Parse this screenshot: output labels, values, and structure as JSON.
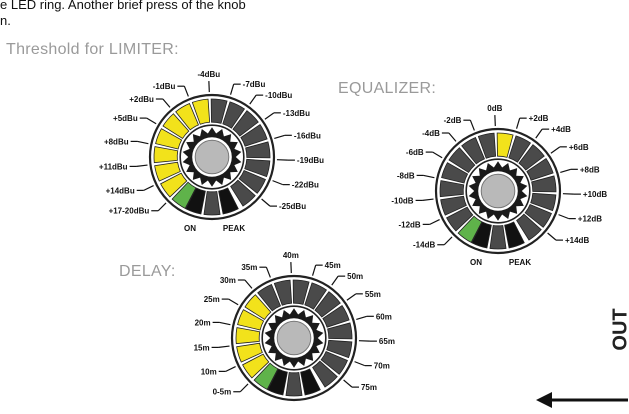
{
  "intro_lines": [
    "e LED ring. Another brief press of the knob",
    "n."
  ],
  "limiter": {
    "title": "Threshold for LIMITER:",
    "labels": [
      "+17-20dBu",
      "+14dBu",
      "+11dBu",
      "+8dBu",
      "+5dBu",
      "+2dBu",
      "-1dBu",
      "-4dBu",
      "-7dBu",
      "-10dBu",
      "-13dBu",
      "-16dBu",
      "-19dBu",
      "-22dBu",
      "-25dBu"
    ],
    "leds": [
      "green",
      "yellow",
      "yellow",
      "yellow",
      "yellow",
      "yellow",
      "yellow",
      "yellow",
      "dark",
      "dark",
      "dark",
      "dark",
      "dark",
      "dark",
      "dark",
      "dark"
    ],
    "bottom_leds": [
      "black",
      "dark",
      "black"
    ],
    "on_label": "ON",
    "peak_label": "PEAK"
  },
  "equalizer": {
    "title": "EQUALIZER:",
    "labels": [
      "-14dB",
      "-12dB",
      "-10dB",
      "-8dB",
      "-6dB",
      "-4dB",
      "-2dB",
      "0dB",
      "+2dB",
      "+4dB",
      "+6dB",
      "+8dB",
      "+10dB",
      "+12dB",
      "+14dB"
    ],
    "leds": [
      "green",
      "dark",
      "dark",
      "dark",
      "dark",
      "dark",
      "dark",
      "dark",
      "yellow",
      "dark",
      "dark",
      "dark",
      "dark",
      "dark",
      "dark",
      "dark"
    ],
    "bottom_leds": [
      "black",
      "dark",
      "black"
    ],
    "on_label": "ON",
    "peak_label": "PEAK"
  },
  "delay": {
    "title": "DELAY:",
    "labels": [
      "0-5m",
      "10m",
      "15m",
      "20m",
      "25m",
      "30m",
      "35m",
      "40m",
      "45m",
      "50m",
      "55m",
      "60m",
      "65m",
      "70m",
      "75m"
    ],
    "leds": [
      "green",
      "yellow",
      "yellow",
      "yellow",
      "yellow",
      "yellow",
      "dark",
      "dark",
      "dark",
      "dark",
      "dark",
      "dark",
      "dark",
      "dark",
      "dark",
      "dark"
    ],
    "bottom_leds": [
      "black",
      "dark",
      "black"
    ]
  },
  "out_label": "OUT",
  "colors": {
    "yellow": "#f2e21b",
    "green": "#5fb34a",
    "dark": "#4a4a4a",
    "black": "#111111",
    "knob": "#b9b9b9",
    "title": "#9a9a9a"
  }
}
